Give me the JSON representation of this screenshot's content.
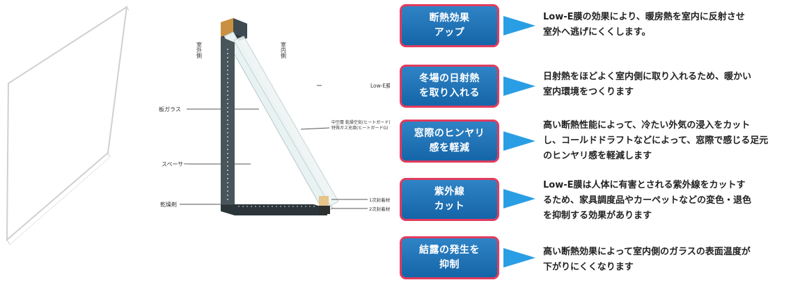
{
  "diagram_labels": {
    "outdoor_side": "室外側",
    "indoor_side": "室内側",
    "low_e_film": "Low-E膜",
    "plate_glass": "板ガラス",
    "hollow_layer_line1": "中空層 乾燥空気(ヒートガード)",
    "hollow_layer_line2": "特殊ガス充填(ヒートガードG)",
    "spacer": "スペーサー",
    "desiccant": "乾燥剤",
    "primary_seal": "1次封着材",
    "secondary_seal": "2次封着材"
  },
  "features": [
    {
      "title": [
        "断熱効果",
        "アップ"
      ],
      "description": [
        "Low-E膜の効果により、暖房熱を室内に反射させ",
        "室外へ逃げにくくします。"
      ]
    },
    {
      "title": [
        "冬場の日射熱",
        "を取り入れる"
      ],
      "description": [
        "日射熱をほどよく室内側に取り入れるため、暖かい",
        "室内環境をつくります"
      ]
    },
    {
      "title": [
        "窓際のヒンヤリ",
        "感を軽減"
      ],
      "description": [
        "高い断熱性能によって、冷たい外気の浸入をカット",
        "し、コールドドラフトなどによって、窓際で感じる足元",
        "のヒンヤリ感を軽減します"
      ]
    },
    {
      "title": [
        "紫外線",
        "カット"
      ],
      "description": [
        "Low-E膜は人体に有害とされる紫外線をカットす",
        "るため、家具調度品やカーペットなどの変色・退色",
        "を抑制する効果があります"
      ]
    },
    {
      "title": [
        "結露の発生を",
        "抑制"
      ],
      "description": [
        "高い断熱効果によって室内側のガラスの表面温度が",
        "下がりにくくなります"
      ]
    }
  ],
  "colors": {
    "box_fill": "#1f74b8",
    "box_border": "#e23b5e",
    "arrow": "#2a9ee4",
    "frame_dark": "#3e4a50"
  }
}
